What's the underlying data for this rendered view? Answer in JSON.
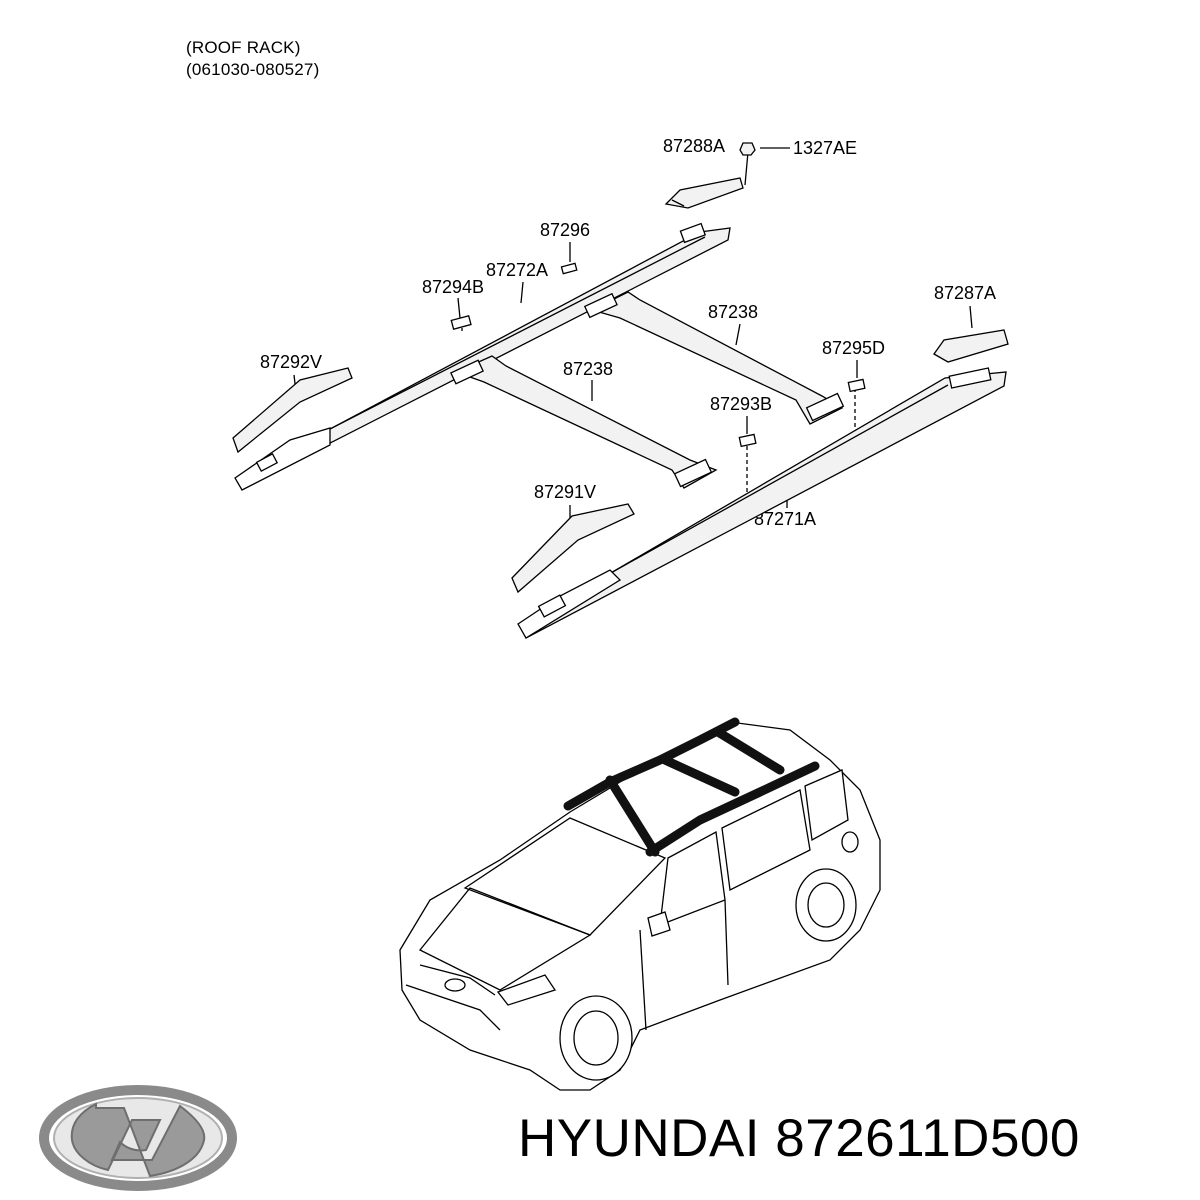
{
  "title": {
    "line1": "(ROOF RACK)",
    "line2": "(061030-080527)"
  },
  "part_labels": [
    {
      "id": "87288A",
      "text": "87288A"
    },
    {
      "id": "1327AE",
      "text": "1327AE"
    },
    {
      "id": "87296",
      "text": "87296"
    },
    {
      "id": "87272A",
      "text": "87272A"
    },
    {
      "id": "87294B",
      "text": "87294B"
    },
    {
      "id": "87287A",
      "text": "87287A"
    },
    {
      "id": "87238-rear",
      "text": "87238"
    },
    {
      "id": "87238-front",
      "text": "87238"
    },
    {
      "id": "87295D",
      "text": "87295D"
    },
    {
      "id": "87292V",
      "text": "87292V"
    },
    {
      "id": "87293B",
      "text": "87293B"
    },
    {
      "id": "87291V",
      "text": "87291V"
    },
    {
      "id": "87271A",
      "text": "87271A"
    }
  ],
  "brand": {
    "name": "HYUNDAI",
    "part_number": "872611D500",
    "caption": "HYUNDAI 872611D500"
  },
  "icons": {
    "logo": "hyundai-logo-icon",
    "car": "minivan-illustration"
  }
}
